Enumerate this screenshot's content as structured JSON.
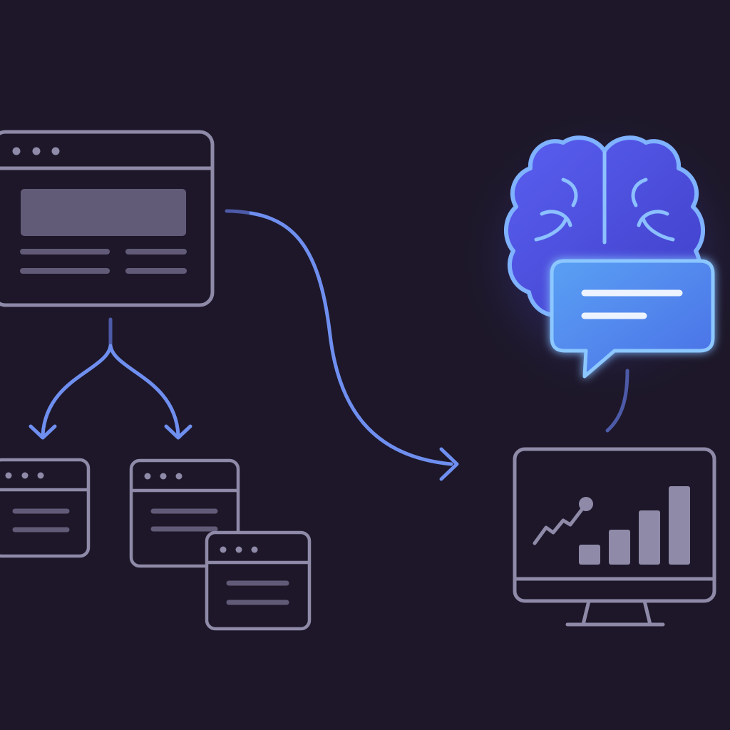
{
  "colors": {
    "background": "#1d1729",
    "outline": "#8f8aa8",
    "placeholder_fill": "#625b78",
    "arrow": "#6f8ff0",
    "arrow_light": "#7aa6ff",
    "brain_fill": "#4f4fe0",
    "brain_glow": "#5b6cff",
    "bubble_fill": "#4f86ee",
    "bubble_stroke": "#8cc8ff",
    "bubble_lines": "#eef4ff"
  },
  "icons": {
    "main_window": "browser-window-icon",
    "child_windows": [
      "browser-window-icon",
      "browser-window-icon",
      "browser-window-icon"
    ],
    "branch_arrows": "branching-arrows-icon",
    "flow_arrow": "curved-arrow-icon",
    "ai": "brain-icon",
    "message": "chat-bubble-icon",
    "monitor": "analytics-monitor-icon",
    "chart": "bar-chart-icon",
    "trend": "trend-line-icon"
  },
  "chart_levels": [
    0.22,
    0.39,
    0.6,
    0.87
  ]
}
